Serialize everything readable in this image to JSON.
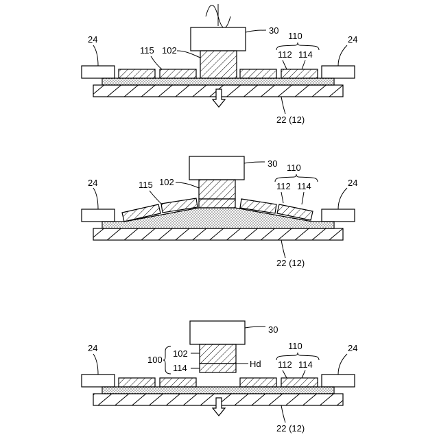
{
  "labels": {
    "head": "30",
    "chip_tool": "102",
    "chip_group": "110",
    "chip_top": "112",
    "chip_bottom": "114",
    "gap_filler": "115",
    "support": "24",
    "stage": "22 (12)",
    "assembly": "100",
    "hd": "Hd"
  }
}
